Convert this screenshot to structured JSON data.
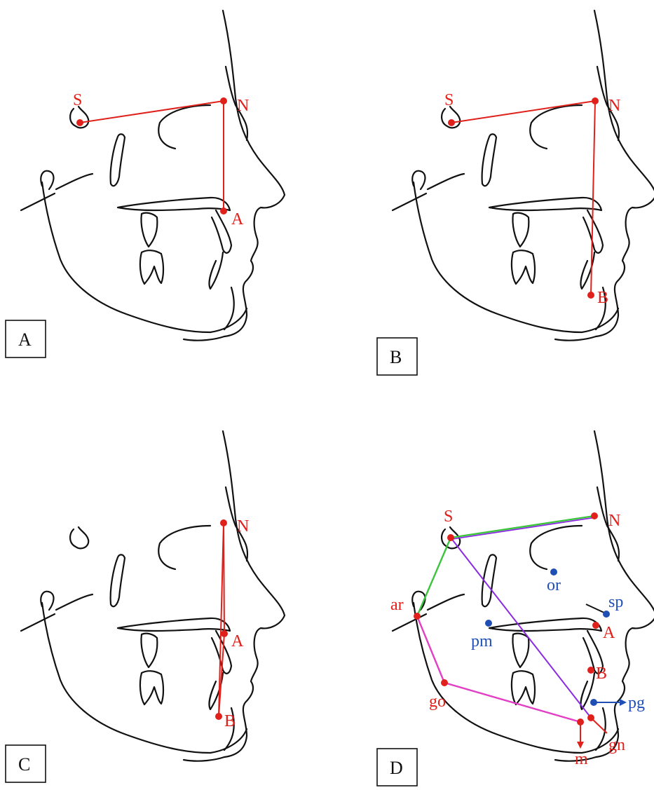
{
  "colors": {
    "outline": "#111111",
    "landmark_red": "#e0201b",
    "landmark_blue": "#1f4fb5",
    "line_green": "#3cc43c",
    "line_purple": "#8a2be2",
    "line_magenta": "#e23fc4"
  },
  "panels": [
    {
      "id": "A",
      "label": "A",
      "points": [
        "S",
        "N",
        "A"
      ]
    },
    {
      "id": "B",
      "label": "B",
      "points": [
        "S",
        "N",
        "B"
      ]
    },
    {
      "id": "C",
      "label": "C",
      "points": [
        "N",
        "A",
        "B"
      ]
    },
    {
      "id": "D",
      "label": "D",
      "points": [
        "S",
        "N",
        "ar",
        "go",
        "m",
        "gn",
        "pg",
        "B",
        "A",
        "sp",
        "pm",
        "or"
      ]
    }
  ],
  "landmarks": {
    "S": {
      "label": "S",
      "color": "red"
    },
    "N": {
      "label": "N",
      "color": "red"
    },
    "A": {
      "label": "A",
      "color": "red"
    },
    "B": {
      "label": "B",
      "color": "red"
    },
    "ar": {
      "label": "ar",
      "color": "red"
    },
    "go": {
      "label": "go",
      "color": "red"
    },
    "m": {
      "label": "m",
      "color": "red"
    },
    "gn": {
      "label": "gn",
      "color": "red"
    },
    "or": {
      "label": "or",
      "color": "blue"
    },
    "sp": {
      "label": "sp",
      "color": "blue"
    },
    "pm": {
      "label": "pm",
      "color": "blue"
    },
    "pg": {
      "label": "pg",
      "color": "blue"
    }
  }
}
